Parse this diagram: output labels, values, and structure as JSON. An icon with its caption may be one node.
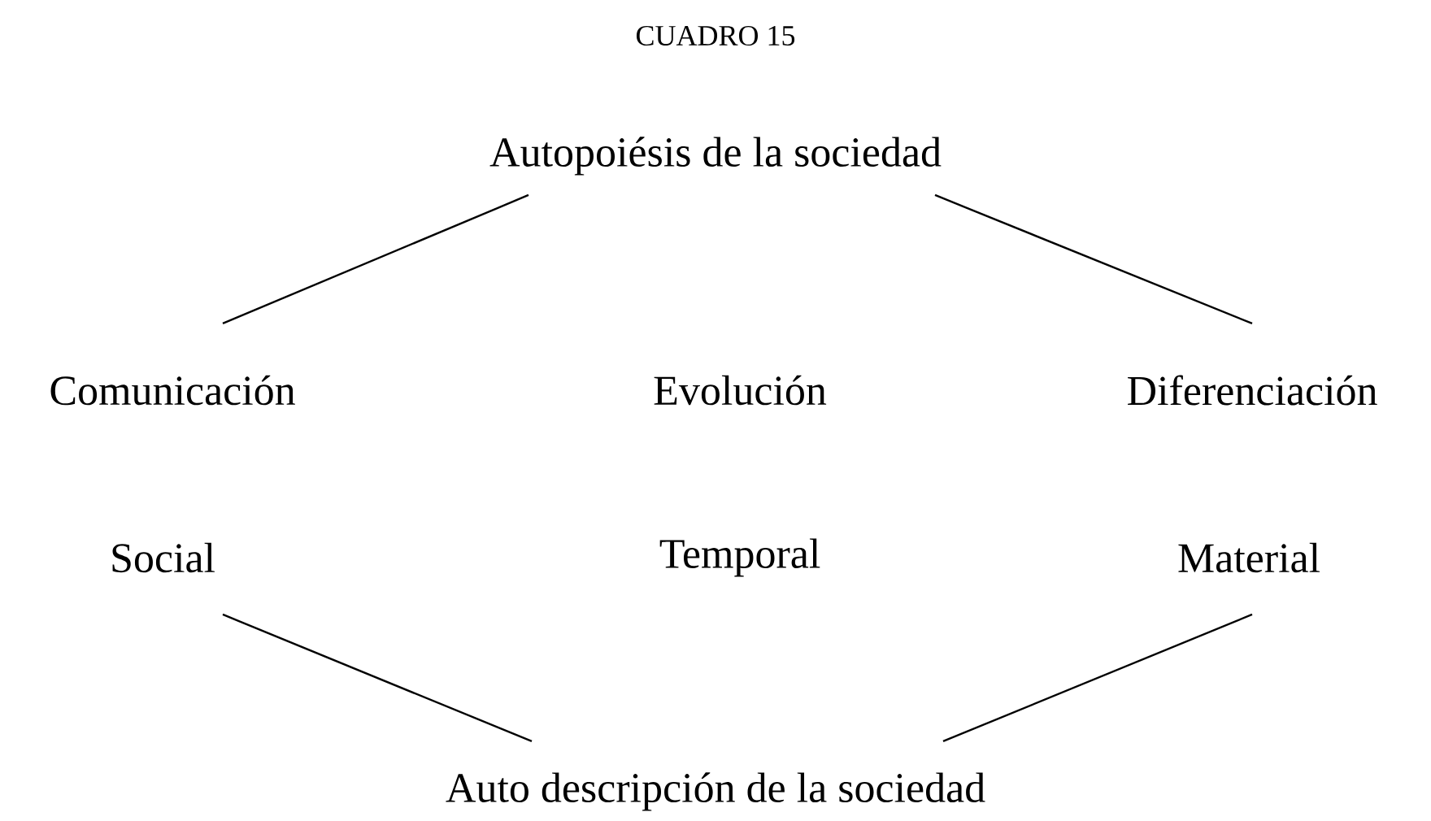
{
  "diagram": {
    "title": "CUADRO 15",
    "nodes": [
      {
        "text": [
          "Autopoiésis de la sociedad"
        ]
      },
      {
        "text": [
          "Comunicación"
        ]
      },
      {
        "text": [
          "Evolución"
        ]
      },
      {
        "text": [
          "Diferenciación"
        ]
      },
      {
        "text": [
          "Social"
        ]
      },
      {
        "text": [
          "Temporal"
        ]
      },
      {
        "text": [
          "Material"
        ]
      },
      {
        "text": [
          "Auto descripción de la sociedad"
        ]
      }
    ],
    "edges": [
      {
        "from": 0,
        "to": 1,
        "arrow": "none"
      },
      {
        "from": 0,
        "to": 3,
        "arrow": "none"
      },
      {
        "from": 4,
        "to": 7,
        "arrow": "none"
      },
      {
        "from": 6,
        "to": 7,
        "arrow": "none"
      }
    ]
  }
}
